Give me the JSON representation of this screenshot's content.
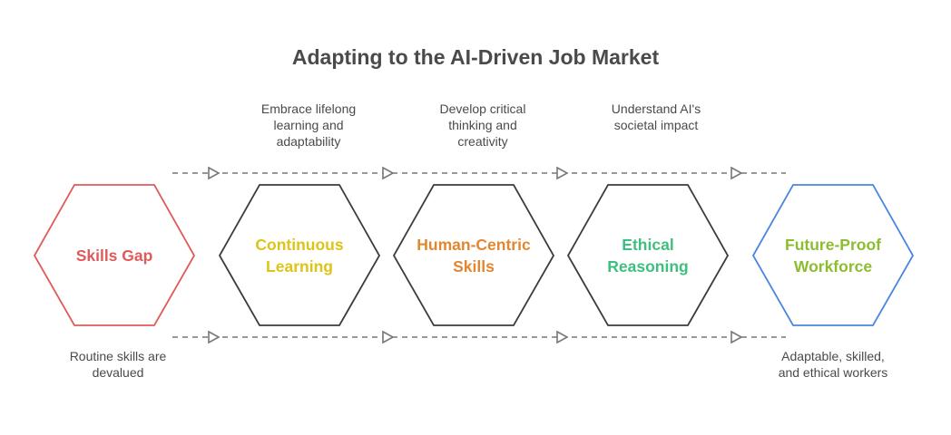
{
  "title": "Adapting to the AI-Driven Job Market",
  "colors": {
    "text": "#4a4a4a",
    "arrow": "#777777"
  },
  "nodes": [
    {
      "label": "Skills Gap",
      "stroke": "#e05a5a",
      "text_color": "#e05a5a"
    },
    {
      "label": "Continuous\nLearning",
      "stroke": "#3d3d3d",
      "text_color": "#ddc417"
    },
    {
      "label": "Human-Centric\nSkills",
      "stroke": "#3d3d3d",
      "text_color": "#e2872f"
    },
    {
      "label": "Ethical\nReasoning",
      "stroke": "#3d3d3d",
      "text_color": "#3fbf7f"
    },
    {
      "label": "Future-Proof\nWorkforce",
      "stroke": "#4a86e0",
      "text_color": "#8cbd31"
    }
  ],
  "top_notes": [
    "Embrace lifelong\nlearning and\nadaptability",
    "Develop critical\nthinking and\ncreativity",
    "Understand AI's\nsocietal impact"
  ],
  "bottom_notes": [
    "Routine skills are\ndevalued",
    "Adaptable, skilled,\nand ethical workers"
  ]
}
